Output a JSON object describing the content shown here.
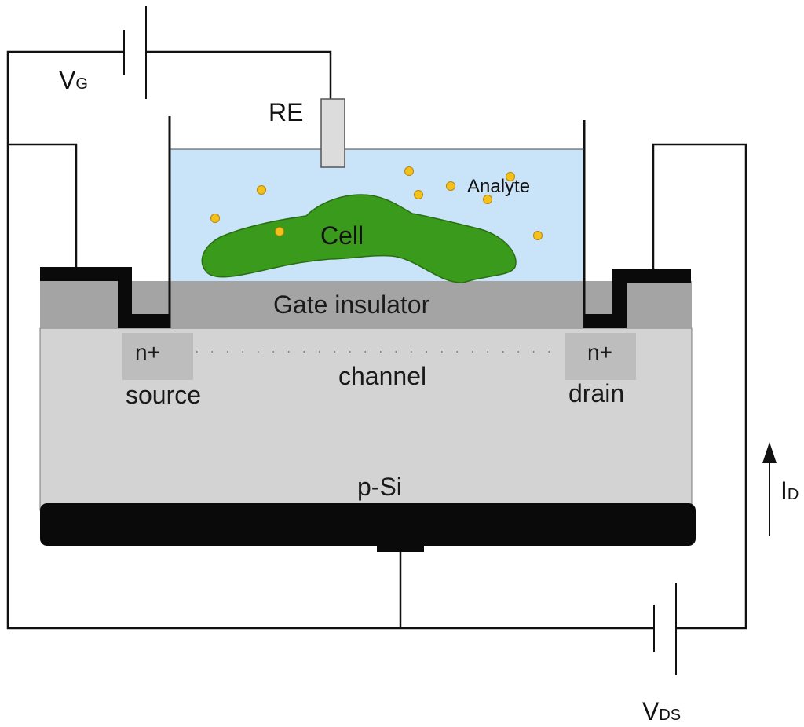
{
  "labels": {
    "vg_main": "V",
    "vg_sub": "G",
    "re": "RE",
    "analyte": "Analyte",
    "cell": "Cell",
    "gate_insulator": "Gate insulator",
    "source_doping": "n+",
    "source": "source",
    "channel": "channel",
    "drain_doping": "n+",
    "drain": "drain",
    "substrate": "p-Si",
    "id_main": "I",
    "id_sub": "D",
    "vds_main": "V",
    "vds_sub": "DS"
  },
  "colors": {
    "electrolyte": "#c9e3f8",
    "cell": "#3a9a1c",
    "cell_outline": "#2a6e12",
    "analyte_particle": "#f2c21b",
    "gate_insulator": "#a4a4a4",
    "substrate": "#d3d3d3",
    "doped_region": "#bdbdbd",
    "contact_metal": "#0a0a0a",
    "wire": "#111111",
    "reference_electrode": "#dcdcdc"
  }
}
